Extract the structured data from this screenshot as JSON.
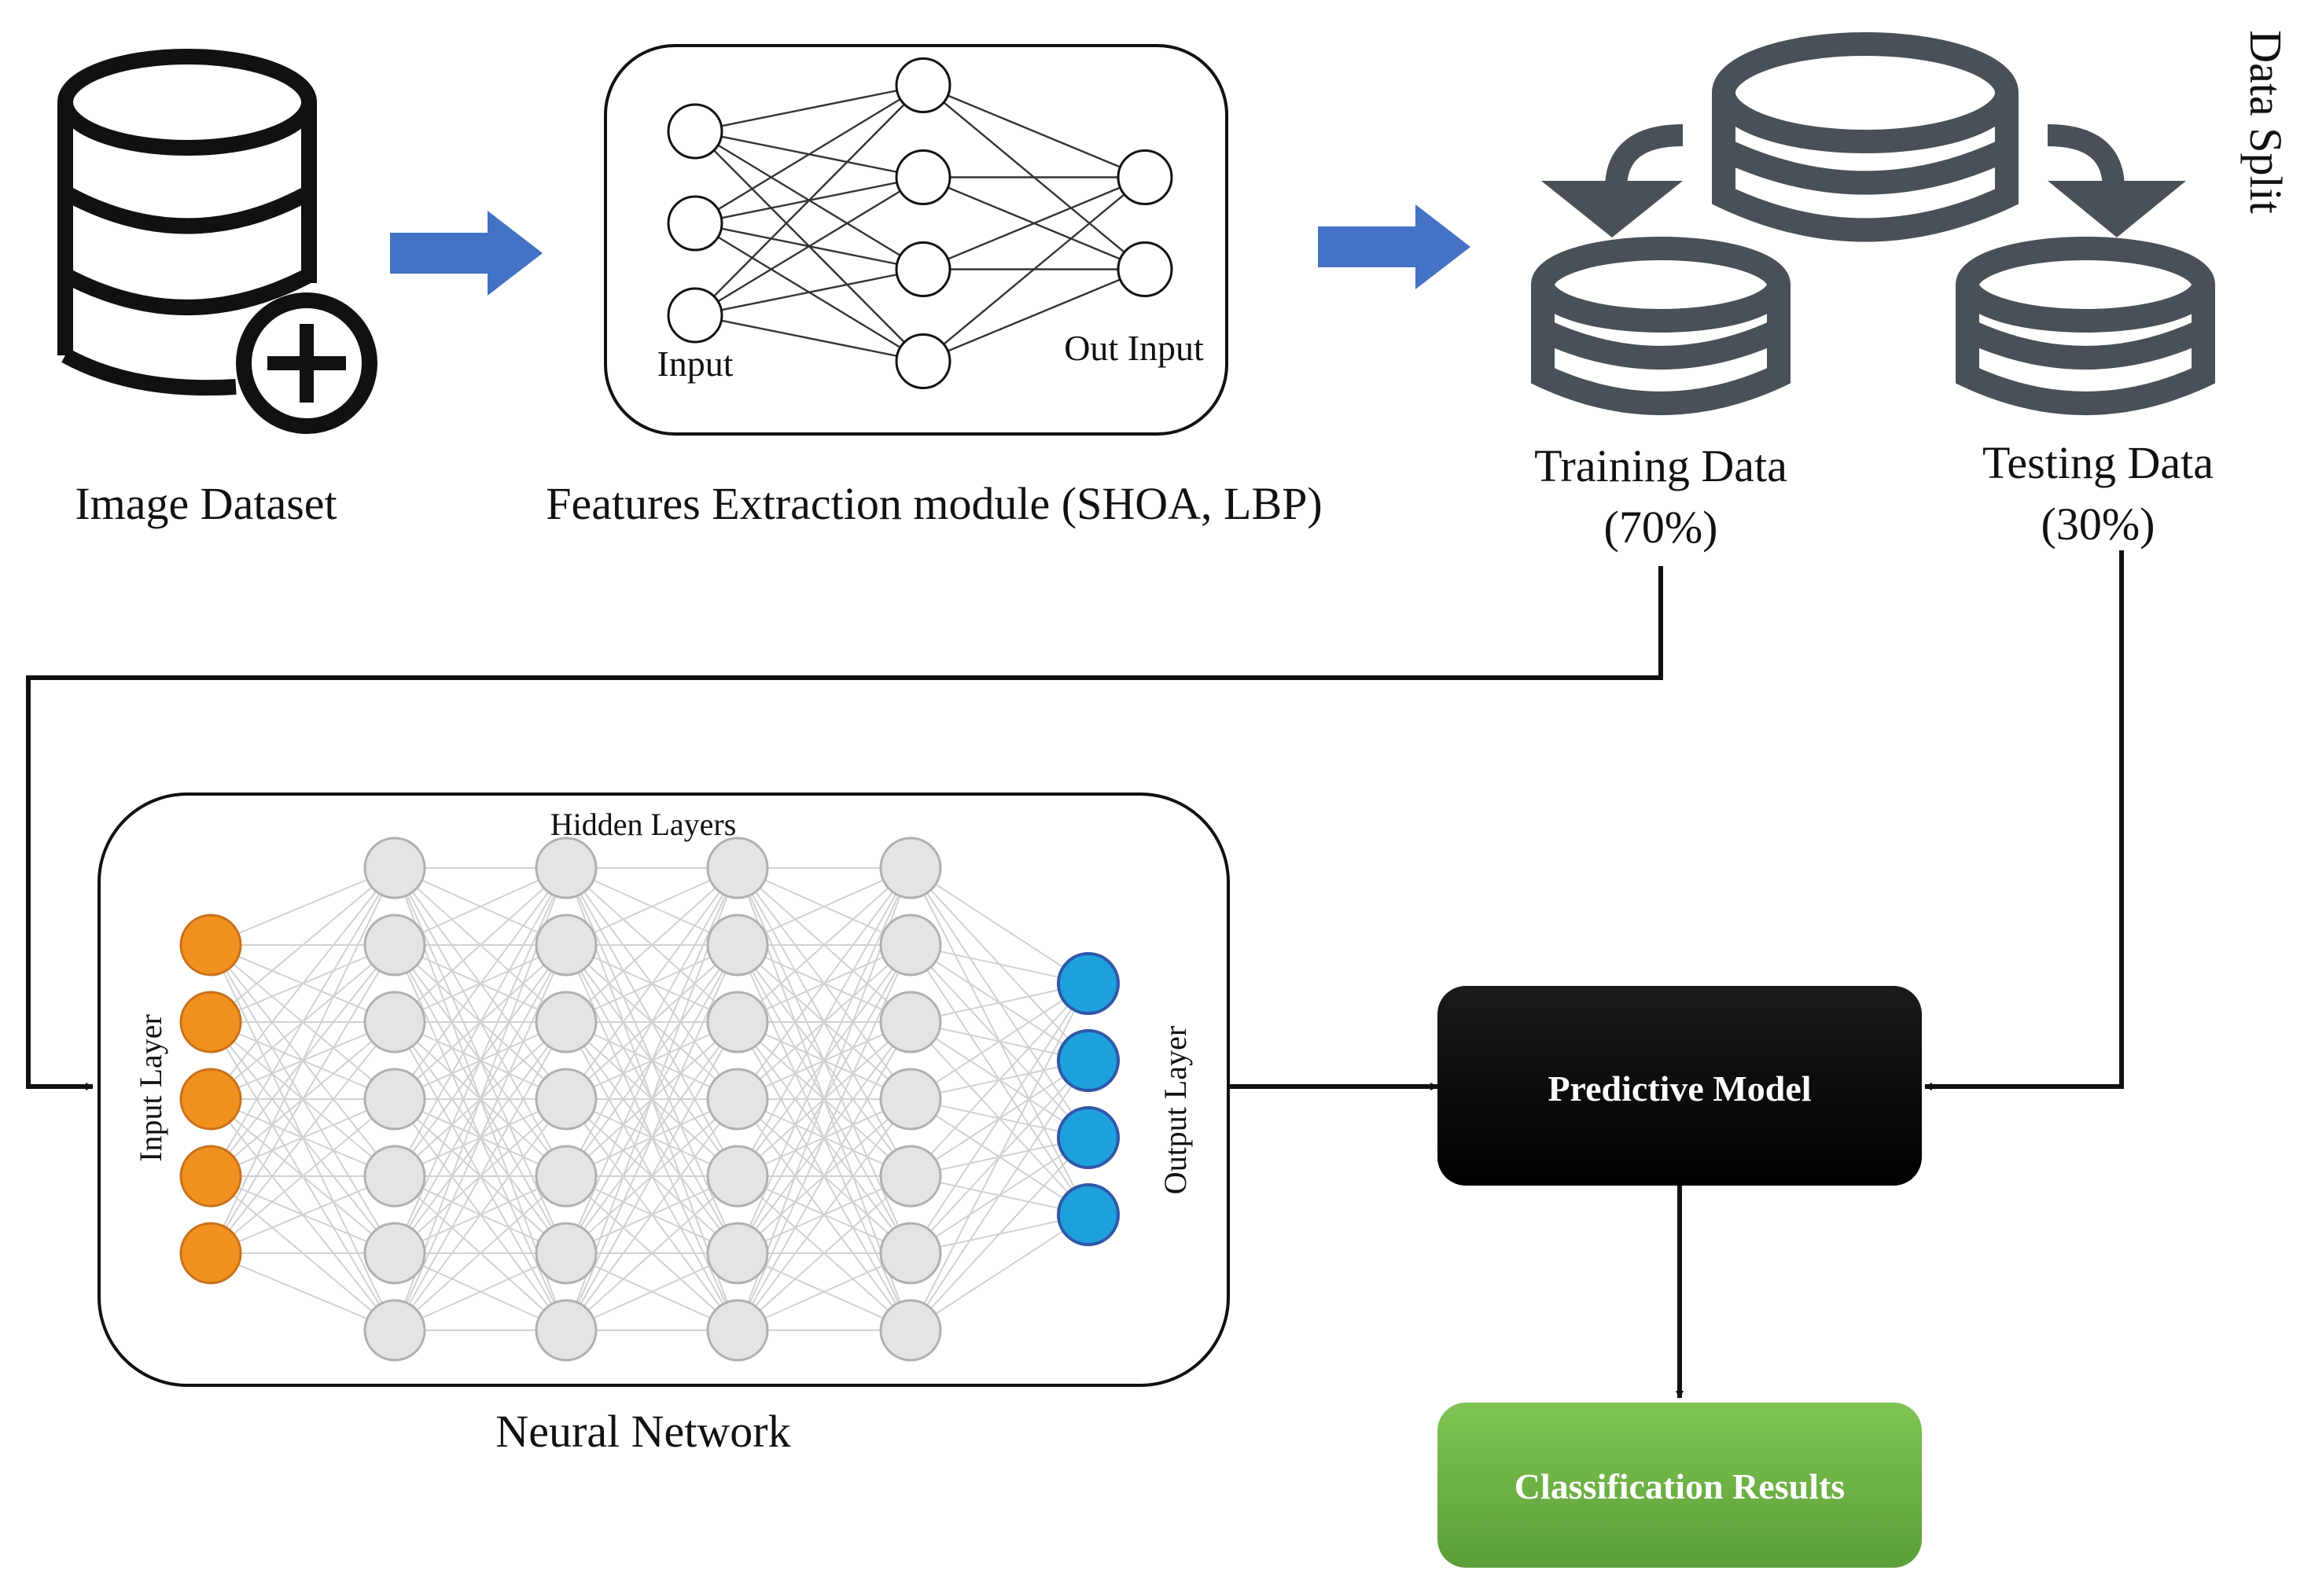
{
  "labels": {
    "image_dataset": "Image Dataset",
    "feature_module": "Features Extraction module (SHOA, LBP)",
    "fe_input": "Input",
    "fe_out_input": "Out Input",
    "data_split": "Data Split",
    "training_data": "Training Data",
    "training_pct": "(70%)",
    "testing_data": "Testing Data",
    "testing_pct": "(30%)",
    "hidden_layers": "Hidden Layers",
    "input_layer": "Input Layer",
    "output_layer": "Output Layer",
    "neural_network": "Neural Network",
    "predictive_model": "Predictive Model",
    "classification_results": "Classification Results"
  },
  "icons": {
    "image_dataset": "database-plus-icon",
    "full_dataset": "database-icon",
    "training_dataset": "database-icon",
    "testing_dataset": "database-icon",
    "split_left": "curved-arrow-down-icon",
    "split_right": "curved-arrow-down-icon"
  },
  "colors": {
    "flow_arrow": "#4472C4",
    "db_icon_gray": "#4A5058",
    "input_node": "#F0901E",
    "output_node": "#1EA0DD",
    "hidden_node": "#E4E4E4",
    "predictive_box": "#050505",
    "classification_box": "#6CAF44"
  },
  "neural_network": {
    "input_nodes": 5,
    "hidden_layers": [
      7,
      7,
      7,
      7
    ],
    "output_nodes": 4
  },
  "feature_network": {
    "layers": [
      3,
      4,
      2
    ]
  }
}
